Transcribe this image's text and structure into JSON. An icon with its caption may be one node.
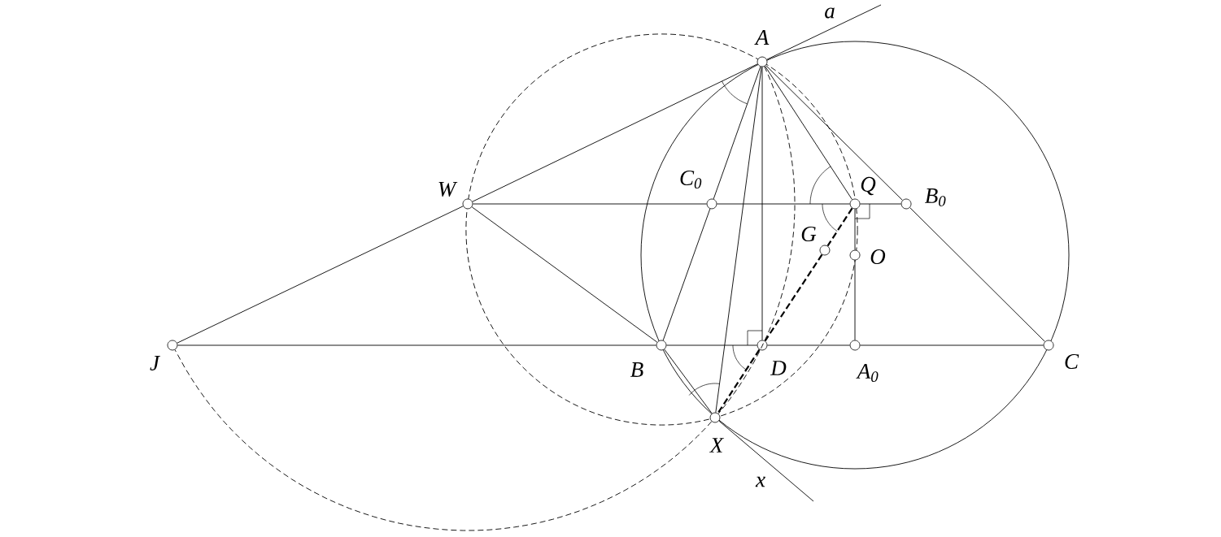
{
  "diagram": {
    "nodes": [
      {
        "text": [
          "A"
        ]
      },
      {
        "text": [
          "W"
        ]
      },
      {
        "text": [
          "C$_{0}$"
        ]
      },
      {
        "text": [
          "Q"
        ]
      },
      {
        "text": [
          "B$_{0}$"
        ]
      },
      {
        "text": [
          "G"
        ]
      },
      {
        "text": [
          "O"
        ]
      },
      {
        "text": [
          "J"
        ]
      },
      {
        "text": [
          "B"
        ]
      },
      {
        "text": [
          "D"
        ]
      },
      {
        "text": [
          "A$_{0}$"
        ]
      },
      {
        "text": [
          "C"
        ]
      },
      {
        "text": [
          "X"
        ]
      }
    ],
    "edges": [
      {
        "from": 7,
        "to": 1,
        "arrow": "none"
      },
      {
        "from": 1,
        "to": 0,
        "arrow": "none"
      },
      {
        "from": 1,
        "to": 2,
        "arrow": "none"
      },
      {
        "from": 2,
        "to": 3,
        "arrow": "none"
      },
      {
        "from": 3,
        "to": 4,
        "arrow": "none"
      },
      {
        "from": 7,
        "to": 8,
        "arrow": "none"
      },
      {
        "from": 8,
        "to": 9,
        "arrow": "none"
      },
      {
        "from": 9,
        "to": 10,
        "arrow": "none"
      },
      {
        "from": 10,
        "to": 11,
        "arrow": "none"
      },
      {
        "from": 0,
        "to": 4,
        "arrow": "none"
      },
      {
        "from": 4,
        "to": 11,
        "arrow": "none"
      },
      {
        "from": 0,
        "to": 2,
        "arrow": "none"
      },
      {
        "from": 2,
        "to": 8,
        "arrow": "none"
      },
      {
        "from": 0,
        "to": 9,
        "arrow": "none"
      },
      {
        "from": 0,
        "to": 12,
        "arrow": "none"
      },
      {
        "from": 0,
        "to": 3,
        "arrow": "none"
      },
      {
        "from": 1,
        "to": 8,
        "arrow": "none"
      },
      {
        "from": 8,
        "to": 12,
        "arrow": "none"
      },
      {
        "from": 3,
        "to": 6,
        "arrow": "none"
      },
      {
        "from": 6,
        "to": 10,
        "arrow": "none"
      },
      {
        "from": 3,
        "to": 5,
        "arrow": "none",
        "style": "dashed"
      },
      {
        "from": 5,
        "to": 9,
        "arrow": "none",
        "style": "dashed"
      },
      {
        "from": 9,
        "to": 12,
        "arrow": "none",
        "style": "dashed"
      },
      {
        "from": 0,
        "to": null,
        "arrow": "none",
        "label": "a"
      },
      {
        "from": 12,
        "to": null,
        "arrow": "none",
        "label": "x"
      },
      {
        "from": 0,
        "to": 12,
        "arrow": "none",
        "style": "dashed"
      },
      {
        "from": 12,
        "to": 7,
        "arrow": "none",
        "style": "dashed"
      }
    ]
  }
}
